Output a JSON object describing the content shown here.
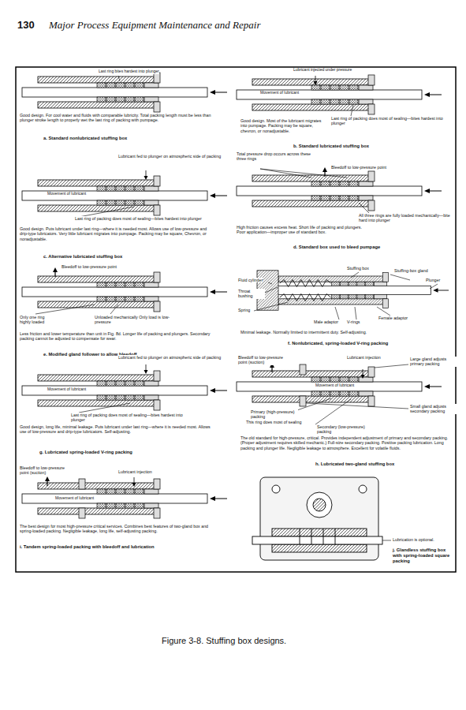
{
  "diagram": {
    "caption": "Figure 3-8. Stuffing box designs.",
    "labels": [
      "130",
      "Major Process Equipment Maintenance and Repair",
      "Last ring bites hardest into plunger",
      "Good design. For cool water and fluids with comparable lubricity. Total packing length must be less than plunger stroke length to properly wet the last ring of packing with pumpage.",
      "a. Standard nonlubricated stuffing box",
      "Lubricant injected under pressure",
      "Movement of lubricant",
      "Last ring of packing does most of sealing—bites hardest into plunger",
      "Good design. Most of the lubricant migrates into pumpage. Packing may be square, chevron, or nonadjustable.",
      "b. Standard lubricated stuffing box",
      "Lubricant fed to plunger on atmospheric side of packing",
      "Movement of lubricant",
      "Last ring of packing does most of sealing—bites hardest into plunger",
      "Good design. Puts lubricant under last ring—where it is needed most. Allows use of low-pressure and drip-type lubricators. Very little lubricant migrates into pumpage. Packing may be square, Chevron, or nonadjustable.",
      "c. Alternative lubricated stuffing box",
      "Total pressure drop occurs across these three rings",
      "Bleedoff to low-pressure point",
      "All three rings are fully loaded mechanically—bite hard into plunger",
      "High friction causes excess heat. Short life of packing and plungers. Poor application—improper use of standard box.",
      "d. Standard box used to bleed pumpage",
      "Bleedoff to low-pressure point",
      "Only one ring highly loaded",
      "Unloaded mechanically Only load is low-pressure",
      "Less friction and lower temperature than unit in Fig. 8d. Longer life of packing and plungers. Secondary packing cannot be adjusted to compensate for wear.",
      "e. Modified gland follower to allow bleedoff",
      "Fluid cylinder",
      "Throat bushing",
      "Spring",
      "Stuffing box",
      "Stuffing-box gland",
      "Plunger",
      "Female adaptor",
      "Male adaptor",
      "V-rings",
      "Minimal leakage. Normally limited to intermittent duty. Self-adjusting.",
      "f. Nonlubricated, spring-loaded V-ring packing",
      "Lubricant fed to plunger on atmospheric side of packing",
      "Movement of lubricant",
      "Last ring of packing does most of sealing—bites hardest into plunger",
      "Good design, long life, minimal leakage. Puts lubricant under last ring—where it is needed most. Allows use of low-pressure and drip-type lubricators. Self-adjusting.",
      "g. Lubricated spring-loaded V-ring packing",
      "Bleedoff to low-pressure point (suction)",
      "Lubricant injection",
      "Large gland adjusts primary packing",
      "Movement of lubricant",
      "Small gland adjusts secondary packing",
      "Primary (high-pressure) packing",
      "This ring does most of sealing",
      "Secondary (low-pressure) packing",
      "The old standard for high-pressure, critical. Provides independent adjustment of primary and secondary packing. (Proper adjustment requires skilled mechanic.) Full-size secondary packing. Positive packing lubrication. Long packing and plunger life. Negligible leakage to atmosphere. Excellent for volatile fluids.",
      "h. Lubricated two-gland stuffing box",
      "Bleedoff to low-pressure point (suction)",
      "Lubricant injection",
      "Movement of lubricant",
      "The best design for most high-pressure critical services. Combines best features of two-gland box and spring-loaded packing. Negligible leakage, long life, self-adjusting packing.",
      "i. Tandem spring-loaded packing with bleedoff and lubrication",
      "Lubrication is optional.",
      "j. Glandless stuffing box with spring-loaded square packing"
    ]
  }
}
